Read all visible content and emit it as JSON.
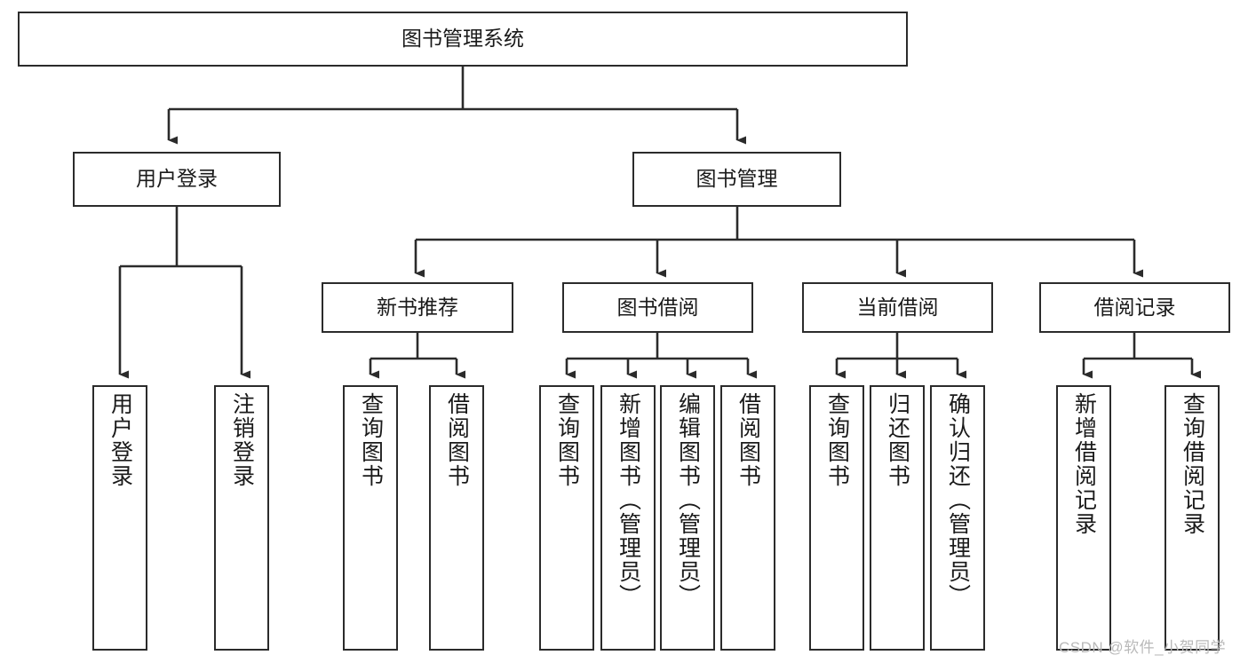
{
  "diagram": {
    "title": "图书管理系统",
    "type": "hierarchy-tree",
    "background_color": "#ffffff",
    "line_color": "#2b2b2b",
    "text_color": "#1a1a1a",
    "nodes": {
      "root": {
        "label": "图书管理系统",
        "level": 0
      },
      "l1": [
        {
          "label": "用户登录",
          "level": 1
        },
        {
          "label": "图书管理",
          "level": 1
        }
      ],
      "l2": [
        {
          "label": "新书推荐",
          "level": 2
        },
        {
          "label": "图书借阅",
          "level": 2
        },
        {
          "label": "当前借阅",
          "level": 2
        },
        {
          "label": "借阅记录",
          "level": 2
        }
      ],
      "leaves": [
        {
          "label": "用户登录",
          "parent": "用户登录"
        },
        {
          "label": "注销登录",
          "parent": "用户登录"
        },
        {
          "label": "查询图书",
          "parent": "新书推荐"
        },
        {
          "label": "借阅图书",
          "parent": "新书推荐"
        },
        {
          "label": "查询图书",
          "parent": "图书借阅"
        },
        {
          "label": "新增图书（管理员）",
          "parent": "图书借阅"
        },
        {
          "label": "编辑图书（管理员）",
          "parent": "图书借阅"
        },
        {
          "label": "借阅图书",
          "parent": "图书借阅"
        },
        {
          "label": "查询图书",
          "parent": "当前借阅"
        },
        {
          "label": "归还图书",
          "parent": "当前借阅"
        },
        {
          "label": "确认归还（管理员）",
          "parent": "当前借阅"
        },
        {
          "label": "新增借阅记录",
          "parent": "借阅记录"
        },
        {
          "label": "查询借阅记录",
          "parent": "借阅记录"
        }
      ]
    }
  },
  "watermark": {
    "text": "CSDN @软件_小贺同学"
  }
}
